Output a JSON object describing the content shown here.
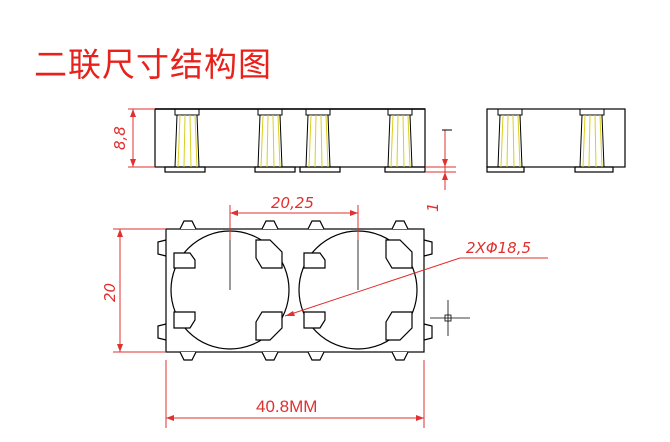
{
  "title": "二联尺寸结构图",
  "dimensions": {
    "height": "8,8",
    "gap": "1",
    "pitch": "20,25",
    "diameter": "2XΦ18,5",
    "width": "20",
    "length": "40.8MM"
  },
  "colors": {
    "title": "#e8211b",
    "dimension": "#e03030",
    "drawing": "#000000",
    "contact": "#d8d020"
  }
}
